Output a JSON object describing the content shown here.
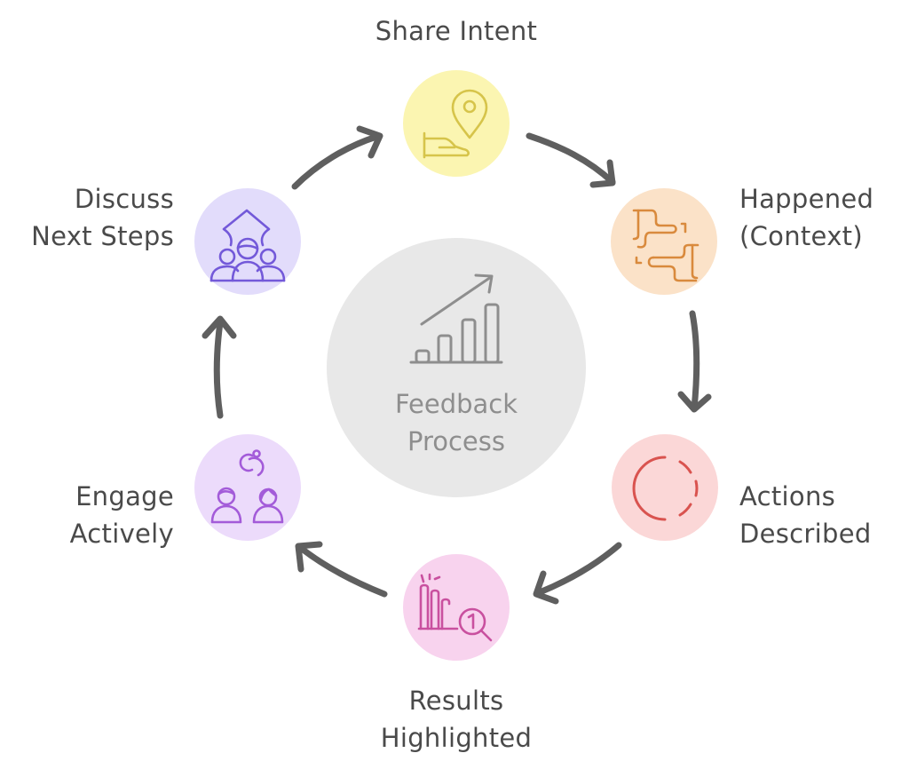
{
  "diagram": {
    "type": "cycle",
    "center": {
      "line1": "Feedback",
      "line2": "Process",
      "icon": "growth-bar-chart-icon",
      "color": "#e8e8e8",
      "icon_color": "#8e8e8e"
    },
    "steps": [
      {
        "id": "share-intent",
        "line1": "Share Intent",
        "line2": "",
        "icon": "location-pin-hand-icon",
        "fill": "#fbf5b1",
        "stroke": "#d6c44a"
      },
      {
        "id": "happened-context",
        "line1": "Happened",
        "line2": "(Context)",
        "icon": "path-puzzle-icon",
        "fill": "#fbe2c8",
        "stroke": "#d98a3d"
      },
      {
        "id": "actions-described",
        "line1": "Actions",
        "line2": "Described",
        "icon": "dashed-circle-icon",
        "fill": "#fbd7d7",
        "stroke": "#d9534f"
      },
      {
        "id": "results-highlighted",
        "line1": "Results",
        "line2": "Highlighted",
        "icon": "bar-chart-magnifier-icon",
        "fill": "#f8d3ee",
        "stroke": "#c9509f"
      },
      {
        "id": "engage-actively",
        "line1": "Engage",
        "line2": "Actively",
        "icon": "people-rings-icon",
        "fill": "#ecdbfb",
        "stroke": "#a35bd9"
      },
      {
        "id": "discuss-next-steps",
        "line1": "Discuss",
        "line2": "Next Steps",
        "icon": "team-arrow-up-icon",
        "fill": "#e2dcfb",
        "stroke": "#7359d9"
      }
    ],
    "arrow_color": "#5f5f5f"
  }
}
